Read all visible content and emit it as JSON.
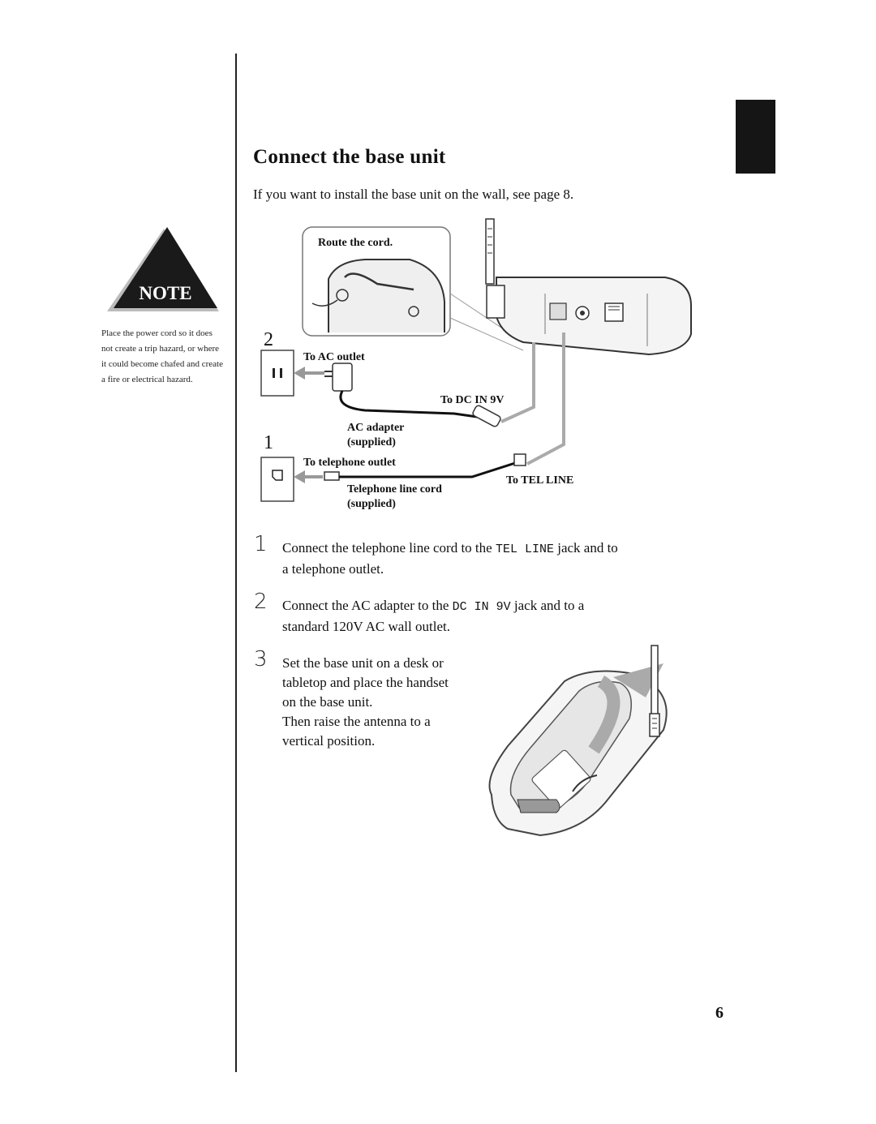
{
  "heading": "Connect the base unit",
  "intro": "If you want to install the base unit on the wall, see page 8.",
  "note": {
    "badge": "NOTE",
    "text": "Place the power cord so it does not create a trip hazard, or where it could become chafed and create a fire or electrical hazard."
  },
  "diagram": {
    "route_cord": "Route the cord.",
    "step_2": "2",
    "step_1": "1",
    "to_ac_outlet": "To AC outlet",
    "to_dc_in": "To DC IN 9V",
    "ac_adapter": "AC adapter",
    "ac_adapter_supplied": "(supplied)",
    "to_telephone_outlet": "To telephone outlet",
    "telephone_line_cord": "Telephone line cord",
    "telephone_line_cord_supplied": "(supplied)",
    "to_tel_line": "To TEL LINE"
  },
  "steps": [
    {
      "num": "1",
      "before": "Connect the telephone line cord to the ",
      "code": "TEL LINE",
      "after": " jack and to",
      "line2": "a telephone outlet."
    },
    {
      "num": "2",
      "before": "Connect the AC adapter to the ",
      "code": "DC IN 9V",
      "after": " jack and to a",
      "line2": "standard 120V AC wall outlet."
    },
    {
      "num": "3",
      "lines": [
        "Set the base unit on a desk or",
        "tabletop and place the handset",
        "on the base unit.",
        "Then raise the antenna to a",
        "vertical position."
      ]
    }
  ],
  "page_number": "6"
}
